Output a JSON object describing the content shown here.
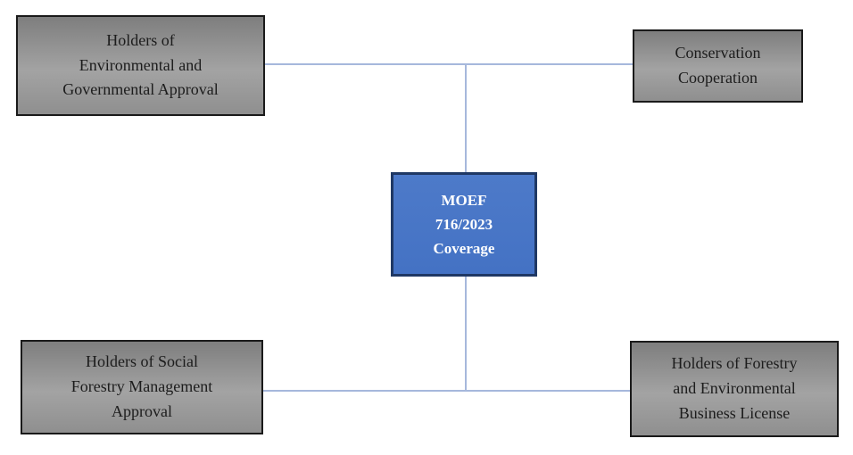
{
  "diagram": {
    "center_node": {
      "text": "MOEF\n716/2023\nCoverage"
    },
    "nodes": {
      "top_left": {
        "text": "Holders of\nEnvironmental and\nGovernmental Approval"
      },
      "top_right": {
        "text": "Conservation\nCooperation"
      },
      "bottom_left": {
        "text": "Holders of Social\nForestry Management\nApproval"
      },
      "bottom_right": {
        "text": "Holders of Forestry\nand Environmental\nBusiness License"
      }
    }
  },
  "colors": {
    "background": "#ffffff",
    "center_fill": "#4472c4",
    "center_border": "#1f3864",
    "center_text": "#ffffff",
    "node_fill_top": "#7e7e7e",
    "node_fill_mid": "#a3a3a3",
    "node_fill_bottom": "#8f8f8f",
    "node_border": "#1a1a1a",
    "node_text": "#1c1c1c",
    "connector": "#a6b8dc"
  }
}
